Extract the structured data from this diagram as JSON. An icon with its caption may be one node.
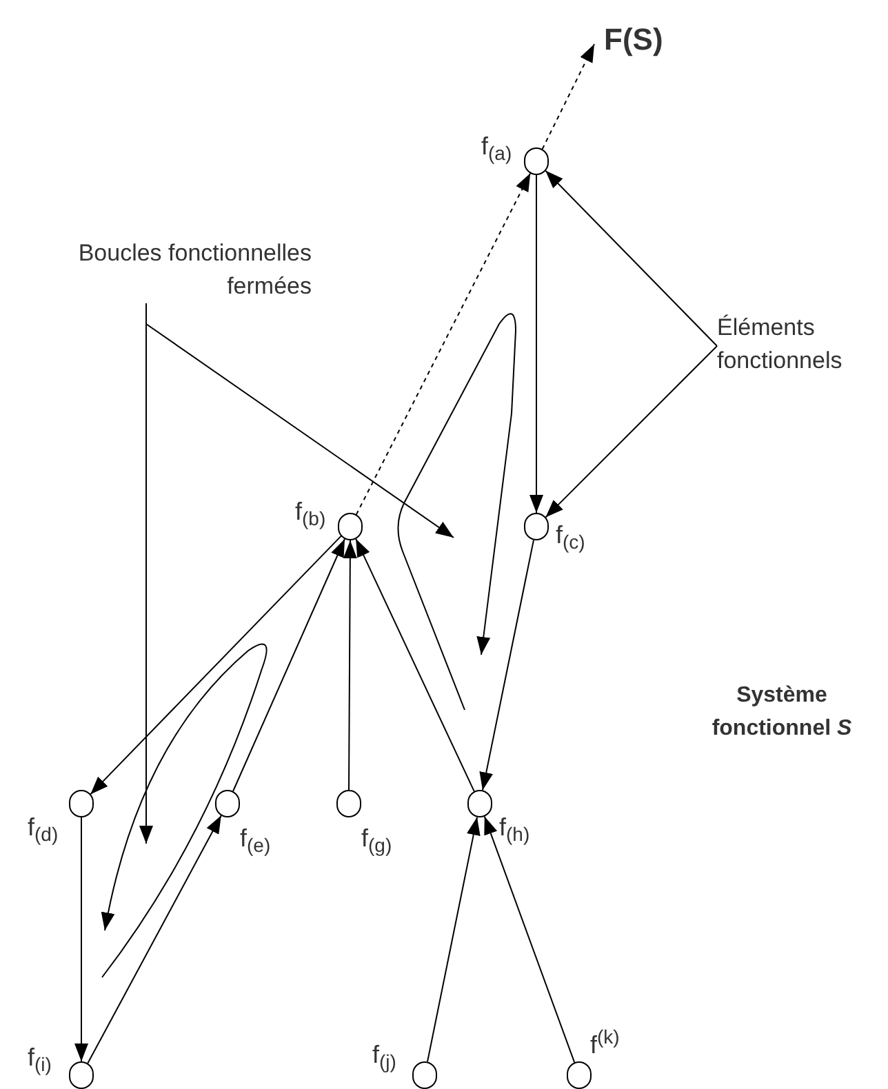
{
  "diagram": {
    "nodes": [
      {
        "text": [
          "F(S)"
        ]
      },
      {
        "text": [
          "Boucles fonctionnelles fermées"
        ]
      },
      {
        "text": [
          "Éléments fonctionnels"
        ]
      },
      {
        "text": [],
        "shape": "circle",
        "beside": [
          "f$_{(a)}$"
        ]
      },
      {
        "text": [],
        "shape": "circle",
        "beside": [
          "f$_{(b)}$"
        ]
      },
      {
        "text": [],
        "shape": "circle",
        "beside": [
          "f$_{(c)}$"
        ]
      },
      {
        "text": [],
        "shape": "circle",
        "beside": [
          "f$_{(d)}$"
        ]
      },
      {
        "text": [],
        "shape": "circle",
        "beside": [
          "f$_{(e)}$"
        ]
      },
      {
        "text": [],
        "shape": "circle",
        "beside": [
          "f$_{(g)}$"
        ]
      },
      {
        "text": [],
        "shape": "circle",
        "beside": [
          "f$_{(h)}$"
        ]
      },
      {
        "text": [],
        "shape": "circle",
        "beside": [
          "f$_{(i)}$"
        ]
      },
      {
        "text": [],
        "shape": "circle",
        "beside": [
          "f$_{(j)}$"
        ]
      },
      {
        "text": [],
        "shape": "circle",
        "beside": [
          "f$^{(k)}$"
        ]
      }
    ],
    "edges": [
      {
        "from": 3,
        "to": 0,
        "arrow": "to",
        "style": "dashed"
      },
      {
        "from": 4,
        "to": 3,
        "arrow": "to",
        "style": "dashed"
      },
      {
        "from": 3,
        "to": 5,
        "arrow": "to"
      },
      {
        "from": 2,
        "to": 3,
        "arrow": "to"
      },
      {
        "from": 2,
        "to": 5,
        "arrow": "to"
      },
      {
        "from": 1,
        "to": null,
        "arrow": "to"
      },
      {
        "from": 1,
        "to": null,
        "arrow": "to"
      },
      {
        "from": 4,
        "to": 6,
        "arrow": "to"
      },
      {
        "from": 6,
        "to": 10,
        "arrow": "to"
      },
      {
        "from": 10,
        "to": 7,
        "arrow": "to"
      },
      {
        "from": 7,
        "to": 4,
        "arrow": "to"
      },
      {
        "from": 8,
        "to": 4,
        "arrow": "to"
      },
      {
        "from": 9,
        "to": 4,
        "arrow": "to"
      },
      {
        "from": 5,
        "to": 9,
        "arrow": "to"
      },
      {
        "from": 11,
        "to": 9,
        "arrow": "to"
      },
      {
        "from": 12,
        "to": 9,
        "arrow": "to"
      }
    ],
    "labels": [
      "Système fonctionnel *S*"
    ]
  }
}
